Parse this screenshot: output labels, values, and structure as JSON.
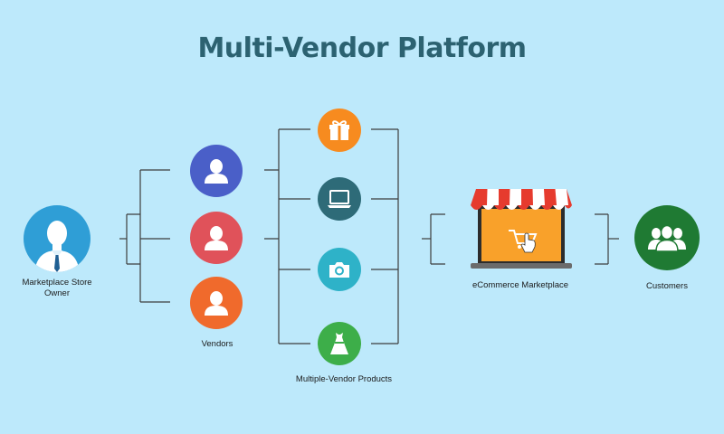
{
  "title": "Multi-Vendor Platform",
  "labels": {
    "owner_line1": "Marketplace Store",
    "owner_line2": "Owner",
    "vendors": "Vendors",
    "products": "Multiple-Vendor Products",
    "marketplace": "eCommerce Marketplace",
    "customers": "Customers"
  },
  "nodes": {
    "owner": {
      "icon": "business-person-icon",
      "color": "#2f9ed6"
    },
    "vendors": [
      {
        "icon": "person-icon",
        "color": "#4a5fc8"
      },
      {
        "icon": "person-icon",
        "color": "#e0525a"
      },
      {
        "icon": "person-icon",
        "color": "#f06a2c"
      }
    ],
    "products": [
      {
        "icon": "gift-icon",
        "color": "#f78b1f"
      },
      {
        "icon": "laptop-icon",
        "color": "#2e6b78"
      },
      {
        "icon": "camera-icon",
        "color": "#2eb2c8"
      },
      {
        "icon": "dress-icon",
        "color": "#3dae49"
      }
    ],
    "marketplace": {
      "icon": "storefront-icon",
      "awning_colors": [
        "#e63b2e",
        "#ffffff"
      ],
      "screen_color": "#f9a12a"
    },
    "customers": {
      "icon": "people-group-icon",
      "color": "#1f7a33"
    }
  },
  "colors": {
    "background": "#bde9fb",
    "lines": "#3d3d3d",
    "title": "#2c6271"
  }
}
